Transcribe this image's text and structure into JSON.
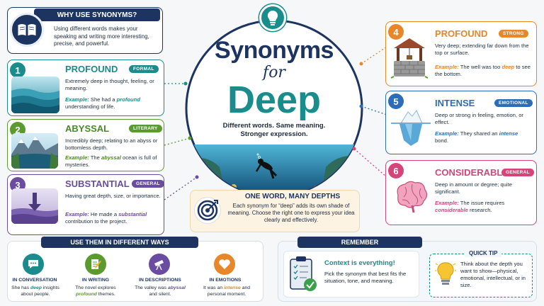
{
  "intro": {
    "heading": "WHY USE SYNONYMS?",
    "text": "Using different words makes your speaking and writing more interesting, precise, and powerful."
  },
  "title": {
    "line1": "Synonyms",
    "line2": "for",
    "line3": "Deep"
  },
  "subtitle": {
    "line1": "Different words. Same meaning.",
    "line2": "Stronger expression."
  },
  "synonyms": [
    {
      "num": "1",
      "word": "PROFOUND",
      "tag": "FORMAL",
      "def": "Extremely deep in thought, feeling, or meaning.",
      "ex_label": "Example:",
      "ex_pre": "She had a",
      "ex_word": "profound",
      "ex_post": "understanding of life."
    },
    {
      "num": "2",
      "word": "ABYSSAL",
      "tag": "LITERARY",
      "def": "Incredibly deep; relating to an abyss or bottomless depth.",
      "ex_label": "Example:",
      "ex_pre": "The",
      "ex_word": "abyssal",
      "ex_post": "ocean is full of mysteries."
    },
    {
      "num": "3",
      "word": "SUBSTANTIAL",
      "tag": "GENERAL",
      "def": "Having great depth, size, or importance.",
      "ex_label": "Example:",
      "ex_pre": "He made a",
      "ex_word": "substantial",
      "ex_post": "contribution to the project."
    },
    {
      "num": "4",
      "word": "PROFOUND",
      "tag": "STRONG",
      "def": "Very deep; extending far down from the top or surface.",
      "ex_label": "Example:",
      "ex_pre": "The well was too",
      "ex_word": "deep",
      "ex_post": "to see the bottom."
    },
    {
      "num": "5",
      "word": "INTENSE",
      "tag": "EMOTIONAL",
      "def": "Deep or strong in feeling, emotion, or effect.",
      "ex_label": "Example:",
      "ex_pre": "They shared an",
      "ex_word": "intense",
      "ex_post": "bond."
    },
    {
      "num": "6",
      "word": "CONSIDERABLE",
      "tag": "GENERAL",
      "def": "Deep in amount or degree; quite significant.",
      "ex_label": "Example:",
      "ex_pre": "The issue requires",
      "ex_word": "considerable",
      "ex_post": "research."
    }
  ],
  "one_word": {
    "heading": "ONE WORD, MANY DEPTHS",
    "text": "Each synonym for “deep” adds its own shade of meaning. Choose the right one to express your idea clearly and effectively."
  },
  "ways": {
    "heading": "USE THEM IN DIFFERENT WAYS",
    "items": [
      {
        "label": "IN CONVERSATION",
        "pre": "She has",
        "word": "deep",
        "post": "insights about people."
      },
      {
        "label": "IN WRITING",
        "pre": "The novel explores",
        "word": "profound",
        "post": "themes."
      },
      {
        "label": "IN DESCRIPTIONS",
        "pre": "The valley was",
        "word": "abyssal",
        "post": "and silent."
      },
      {
        "label": "IN EMOTIONS",
        "pre": "It was an",
        "word": "intense",
        "post": "and personal moment."
      }
    ]
  },
  "remember": {
    "heading": "REMEMBER",
    "title": "Context is everything!",
    "text": "Pick the synonym that best fits the situation, tone, and meaning."
  },
  "tip": {
    "heading": "QUICK TIP",
    "text": "Think about the depth you want to show—physical, emotional, intellectual, or in size."
  },
  "colors": {
    "navy": "#1e3460",
    "teal": "#1a8c8c",
    "green": "#5b9a2e",
    "purple": "#6a4ca0",
    "orange": "#e8862a",
    "blue": "#2d6db5",
    "pink": "#d6457a"
  }
}
